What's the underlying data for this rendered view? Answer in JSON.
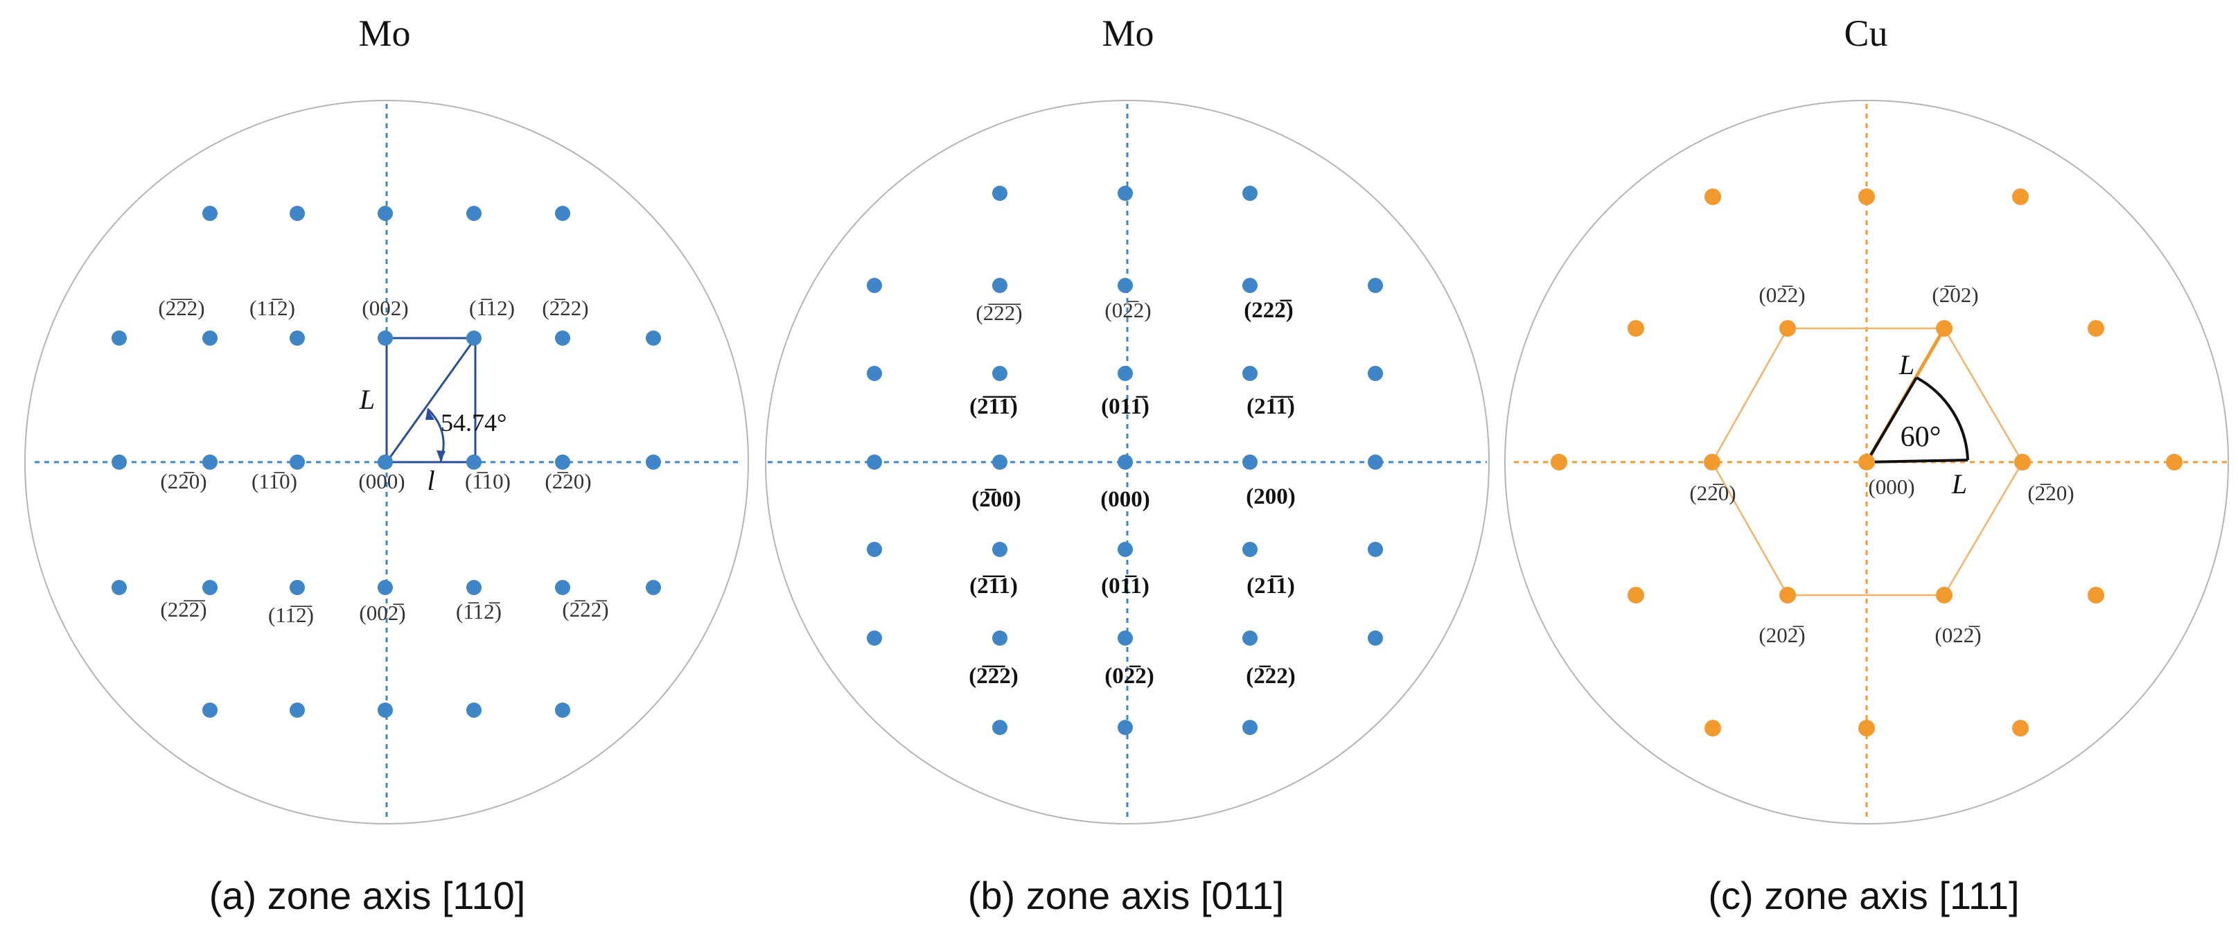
{
  "panels": [
    {
      "title": "Mo",
      "caption": "(a) zone axis [110]",
      "spot_color": "#3f86c8",
      "labels": [
        {
          "text": "(2̅2̅2)",
          "plain": "(2-2-2)"
        },
        {
          "text": "(11̅2)"
        },
        {
          "text": "(002)"
        },
        {
          "text": "(1̅12)"
        },
        {
          "text": "(2̅22)"
        },
        {
          "text": "(22̅0)"
        },
        {
          "text": "(11̅0)"
        },
        {
          "text": "(000)"
        },
        {
          "text": "(1̅10)"
        },
        {
          "text": "(2̅20)"
        },
        {
          "text": "(22̅2̅)"
        },
        {
          "text": "(11̅2̅)"
        },
        {
          "text": "(002̅)"
        },
        {
          "text": "(1̅12̅)"
        },
        {
          "text": "(2̅22̅)"
        }
      ],
      "annotations": {
        "L": "L",
        "l": "l",
        "angle": "54.74°"
      }
    },
    {
      "title": "Mo",
      "caption": "(b) zone axis [011]",
      "spot_color": "#3f86c8",
      "labels": [
        {
          "text": "(2̅2̅2̅)"
        },
        {
          "text": "(02̅2)"
        },
        {
          "text": "(222̅)"
        },
        {
          "text": "(2̅1̅1̅)"
        },
        {
          "text": "(011̅)"
        },
        {
          "text": "(21̅1̅)"
        },
        {
          "text": "(2̅00)"
        },
        {
          "text": "(000)"
        },
        {
          "text": "(200)"
        },
        {
          "text": "(2̅1̅1)"
        },
        {
          "text": "(01̅1)"
        },
        {
          "text": "(21̅1)"
        },
        {
          "text": "(2̅2̅2)"
        },
        {
          "text": "(02̅2)"
        },
        {
          "text": "(2̅22)"
        }
      ]
    },
    {
      "title": "Cu",
      "caption": "(c) zone axis [111]",
      "spot_color": "#f39a2e",
      "labels": [
        {
          "text": "(02̅2)"
        },
        {
          "text": "(2̅02)"
        },
        {
          "text": "(22̅0)"
        },
        {
          "text": "(000)"
        },
        {
          "text": "(2̅20)"
        },
        {
          "text": "(202̅)"
        },
        {
          "text": "(022̅)"
        }
      ],
      "annotations": {
        "L1": "L",
        "L2": "L",
        "angle": "60°"
      }
    }
  ]
}
